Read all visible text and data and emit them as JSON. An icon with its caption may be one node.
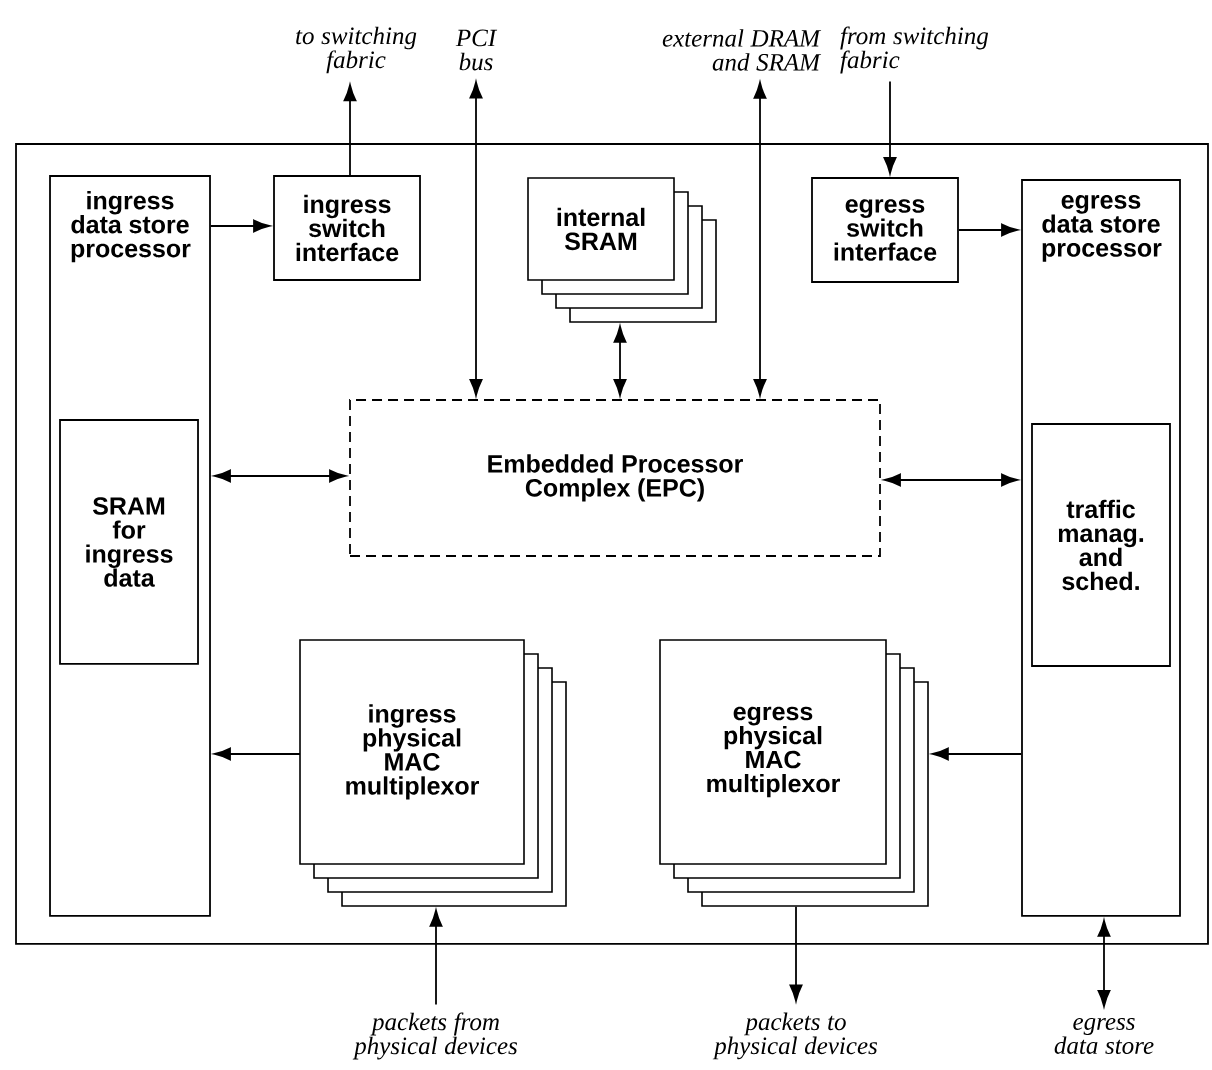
{
  "diagram": {
    "nodes": [
      {
        "text": [],
        "shape": "box"
      },
      {
        "text": [
          "ingress data store processor"
        ],
        "in": 0
      },
      {
        "text": [
          "SRAM for ingress data"
        ],
        "in": 1
      },
      {
        "text": [
          "ingress switch interface"
        ],
        "in": 0
      },
      {
        "text": [
          "internal SRAM"
        ],
        "in": 0
      },
      {
        "text": [
          "egress switch interface"
        ],
        "in": 0
      },
      {
        "text": [
          "egress data store processor"
        ],
        "in": 0
      },
      {
        "text": [
          "traffic manag. and sched."
        ],
        "in": 6
      },
      {
        "text": [
          "Embedded Processor Complex (EPC)"
        ],
        "in": 0
      },
      {
        "text": [
          "ingress physical MAC multiplexor"
        ],
        "in": 0
      },
      {
        "text": [
          "egress physical MAC multiplexor"
        ],
        "in": 0
      },
      {
        "text": [
          "to switching fabric"
        ]
      },
      {
        "text": [
          "PCI bus"
        ]
      },
      {
        "text": [
          "external DRAM and SRAM"
        ]
      },
      {
        "text": [
          "from switching fabric"
        ]
      },
      {
        "text": [
          "packets from physical devices"
        ]
      },
      {
        "text": [
          "packets to physical devices"
        ]
      },
      {
        "text": [
          "egress data store"
        ]
      }
    ],
    "edges": [
      {
        "from": 1,
        "to": 3,
        "arrow": "to"
      },
      {
        "from": 3,
        "to": 11,
        "arrow": "to"
      },
      {
        "from": 8,
        "to": 12,
        "arrow": "both"
      },
      {
        "from": 4,
        "to": 8,
        "arrow": "both"
      },
      {
        "from": 8,
        "to": 13,
        "arrow": "both"
      },
      {
        "from": 14,
        "to": 5,
        "arrow": "to"
      },
      {
        "from": 5,
        "to": 6,
        "arrow": "to"
      },
      {
        "from": 1,
        "to": 8,
        "arrow": "both"
      },
      {
        "from": 8,
        "to": 6,
        "arrow": "both"
      },
      {
        "from": 9,
        "to": 1,
        "arrow": "to"
      },
      {
        "from": 6,
        "to": 10,
        "arrow": "to"
      },
      {
        "from": 15,
        "to": 9,
        "arrow": "to"
      },
      {
        "from": 10,
        "to": 16,
        "arrow": "to"
      },
      {
        "from": 6,
        "to": 17,
        "arrow": "both"
      }
    ]
  }
}
